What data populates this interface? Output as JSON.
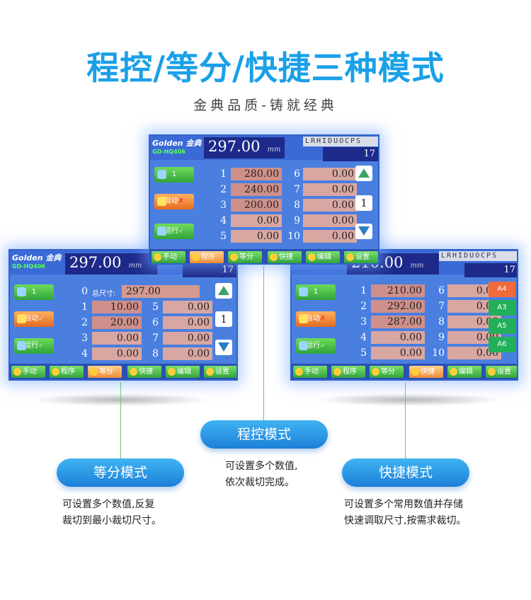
{
  "heading": {
    "title": "程控/等分/快捷三种模式",
    "subtitle": "金典品质-铸就经典"
  },
  "common": {
    "logo_top": "Golden 金典",
    "logo_bottom": "GD-HQ406",
    "readout": "297.00",
    "unit": "mm",
    "status": "LRHIDUOCPS",
    "count": "17",
    "btn_1": "1",
    "btn_auto": "自动",
    "btn_run": "运行",
    "bottom": [
      "手动",
      "程序",
      "等分",
      "快捷",
      "编辑",
      "设置"
    ]
  },
  "programmed_screen": {
    "readout": "297.00",
    "left_rows": [
      {
        "idx": "1",
        "val": "280.00"
      },
      {
        "idx": "2",
        "val": "240.00"
      },
      {
        "idx": "3",
        "val": "200.00"
      },
      {
        "idx": "4",
        "val": "0.00"
      },
      {
        "idx": "5",
        "val": "0.00"
      }
    ],
    "right_rows": [
      {
        "idx": "6",
        "val": "0.00"
      },
      {
        "idx": "7",
        "val": "0.00"
      },
      {
        "idx": "8",
        "val": "0.00"
      },
      {
        "idx": "9",
        "val": "0.00"
      },
      {
        "idx": "10",
        "val": "0.00"
      }
    ],
    "active_tab": "程序"
  },
  "division_screen": {
    "total_label": "总尺寸:",
    "total_val": "297.00",
    "left_rows": [
      {
        "idx": "1",
        "val": "10.00"
      },
      {
        "idx": "2",
        "val": "20.00"
      },
      {
        "idx": "3",
        "val": "0.00"
      },
      {
        "idx": "4",
        "val": "0.00"
      }
    ],
    "right_rows": [
      {
        "idx": "5",
        "val": "0.00"
      },
      {
        "idx": "6",
        "val": "0.00"
      },
      {
        "idx": "7",
        "val": "0.00"
      },
      {
        "idx": "8",
        "val": "0.00"
      }
    ],
    "active_tab": "等分"
  },
  "shortcut_screen": {
    "readout": "210.00",
    "left_rows": [
      {
        "idx": "1",
        "val": "210.00"
      },
      {
        "idx": "2",
        "val": "292.00"
      },
      {
        "idx": "3",
        "val": "287.00"
      },
      {
        "idx": "4",
        "val": "0.00"
      },
      {
        "idx": "5",
        "val": "0.00"
      }
    ],
    "right_rows": [
      {
        "idx": "6",
        "val": "0.00"
      },
      {
        "idx": "7",
        "val": "0.00"
      },
      {
        "idx": "8",
        "val": "0.00"
      },
      {
        "idx": "9",
        "val": "0.00"
      },
      {
        "idx": "10",
        "val": "0.00"
      }
    ],
    "paper_sizes": [
      "A4",
      "A3",
      "A5",
      "A6"
    ],
    "active_tab": "快捷"
  },
  "modes": {
    "programmed": {
      "label": "程控模式",
      "desc": [
        "可设置多个数值,",
        "依次裁切完成。"
      ]
    },
    "division": {
      "label": "等分模式",
      "desc": [
        "可设置多个数值,反复",
        "裁切到最小裁切尺寸。"
      ]
    },
    "shortcut": {
      "label": "快捷模式",
      "desc": [
        "可设置多个常用数值并存储",
        "快速调取尺寸,按需求裁切。"
      ]
    }
  }
}
